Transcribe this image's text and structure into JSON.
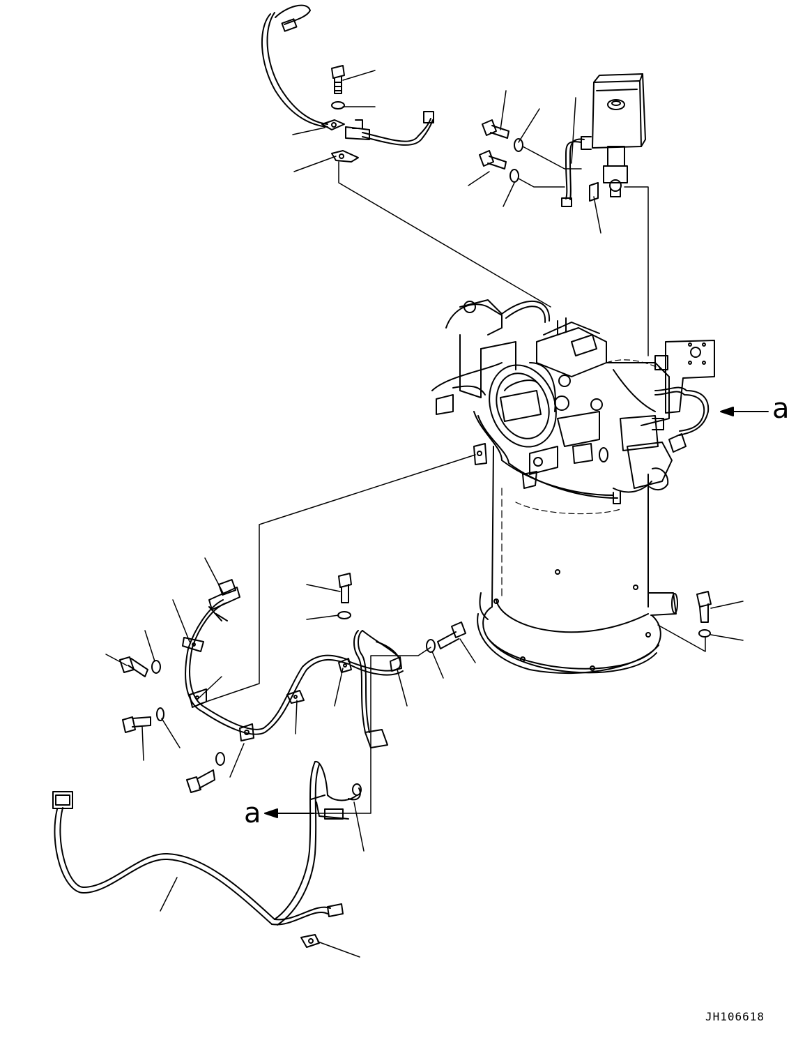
{
  "labels": {
    "view_ref_right": "a",
    "view_ref_left": "a"
  },
  "drawing_code": "JH106618",
  "colors": {
    "line": "#000000",
    "background": "#ffffff"
  }
}
